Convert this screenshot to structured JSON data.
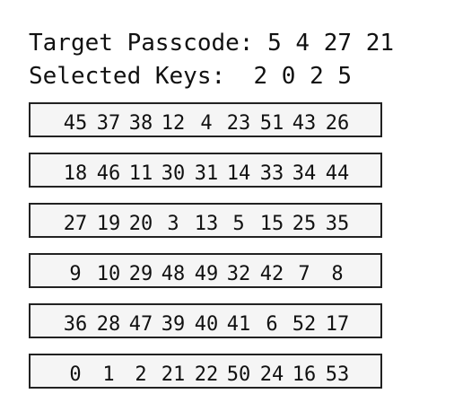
{
  "target": {
    "label": "Target Passcode:",
    "values": [
      "5",
      "4",
      "27",
      "21"
    ]
  },
  "selected": {
    "label": "Selected Keys:",
    "values": [
      "2",
      "0",
      "2",
      "5"
    ]
  },
  "keypad": {
    "rows": [
      [
        "45",
        "37",
        "38",
        "12",
        "4",
        "23",
        "51",
        "43",
        "26"
      ],
      [
        "18",
        "46",
        "11",
        "30",
        "31",
        "14",
        "33",
        "34",
        "44"
      ],
      [
        "27",
        "19",
        "20",
        "3",
        "13",
        "5",
        "15",
        "25",
        "35"
      ],
      [
        "9",
        "10",
        "29",
        "48",
        "49",
        "32",
        "42",
        "7",
        "8"
      ],
      [
        "36",
        "28",
        "47",
        "39",
        "40",
        "41",
        "6",
        "52",
        "17"
      ],
      [
        "0",
        "1",
        "2",
        "21",
        "22",
        "50",
        "24",
        "16",
        "53"
      ]
    ]
  }
}
